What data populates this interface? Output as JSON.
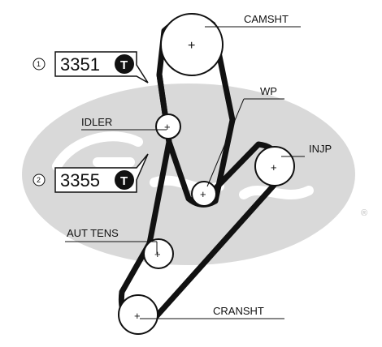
{
  "colors": {
    "belt": "#111111",
    "line": "#111111",
    "watermark": "#d9d9d9",
    "badge_bg": "#111111",
    "background": "#ffffff"
  },
  "icons": {
    "pulley_center": "plus-mark",
    "part_badge": "timing-belt-T-badge",
    "item_index": "circled-number",
    "watermark": "gates-logo-watermark"
  },
  "watermark": {
    "registered_mark": "®"
  },
  "labels": {
    "camsht": "CAMSHT",
    "wp": "WP",
    "injp": "INJP",
    "idler": "IDLER",
    "aut_tens": "AUT TENS",
    "cransht": "CRANSHT"
  },
  "parts": [
    {
      "index": "1",
      "number": "3351",
      "badge": "T"
    },
    {
      "index": "2",
      "number": "3355",
      "badge": "T"
    }
  ]
}
